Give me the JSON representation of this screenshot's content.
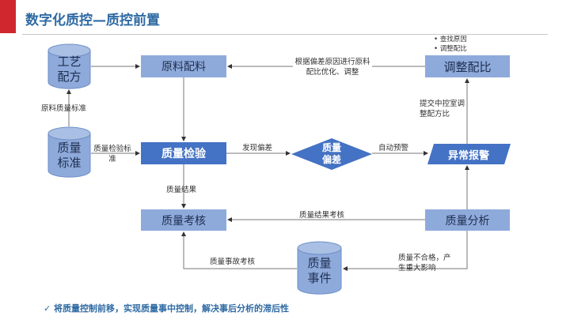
{
  "title": "数字化质控—质控前置",
  "nodes": {
    "recipe": "工艺配方",
    "material": "原料配料",
    "adjust": "调整配比",
    "standard": "质量标准",
    "inspect": "质量检验",
    "deviation": "质量偏差",
    "alarm": "异常报警",
    "assess": "质量考核",
    "analysis": "质量分析",
    "event": "质量事件"
  },
  "bullets": [
    "查找原因",
    "调整配比"
  ],
  "labels": {
    "optimize": "根据偏差原因进行原料配比优化、调整",
    "material_std": "原料质量标准",
    "inspect_std": "质量检验标准",
    "found": "发现偏差",
    "auto": "自动预警",
    "submit": "提交中控室调整配方比",
    "result": "质量结果",
    "result_assess": "质量结果考核",
    "accident": "质量事故考核",
    "unqualified": "质量不合格，产生重大影响"
  },
  "summary": "✓  将质量控制前移，实现质量事中控制，解决事后分析的滞后性"
}
